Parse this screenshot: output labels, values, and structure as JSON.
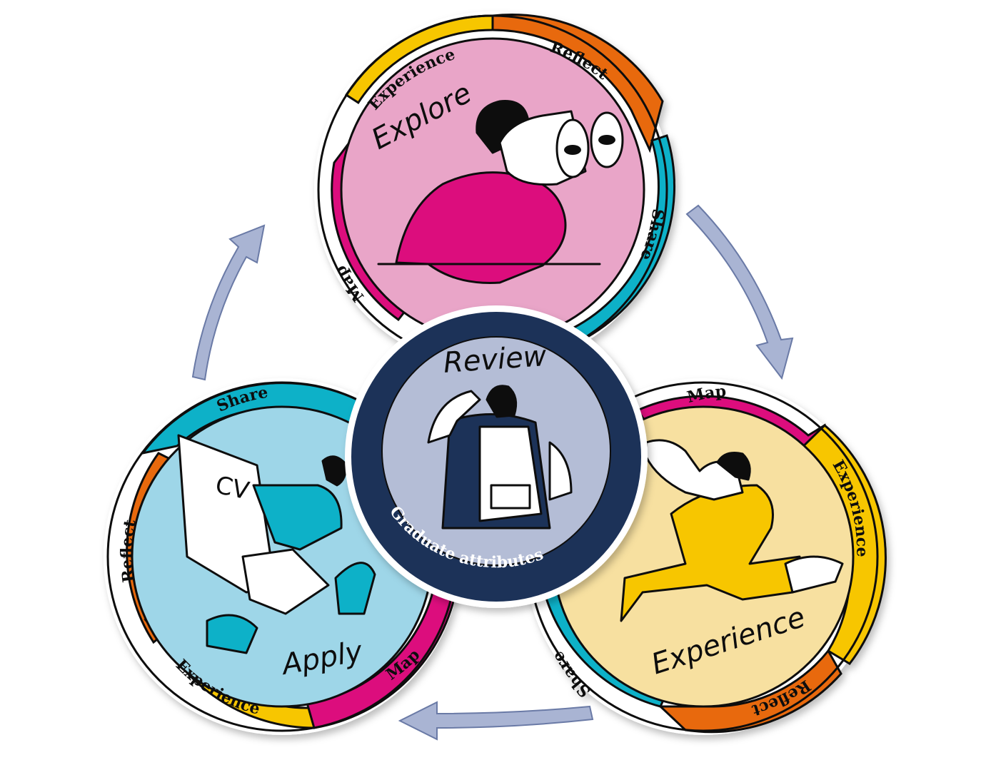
{
  "stages": {
    "explore": {
      "title": "Explore",
      "ring": {
        "experience": "Experience",
        "reflect": "Reflect",
        "share": "Share",
        "map": "Map"
      }
    },
    "experience": {
      "title": "Experience",
      "ring": {
        "map": "Map",
        "experience": "Experience",
        "reflect": "Reflect",
        "share": "Share"
      }
    },
    "apply": {
      "title": "Apply",
      "ring": {
        "share": "Share",
        "reflect": "Reflect",
        "experience": "Experience",
        "map": "Map"
      },
      "cv_text": "CV"
    }
  },
  "center": {
    "title": "Review",
    "caption": "Graduate attributes"
  },
  "colors": {
    "experience_yellow": "#f7c600",
    "reflect_orange": "#e8690b",
    "share_teal": "#0fb1c8",
    "map_magenta": "#dc0a7d",
    "explore_bg": "#e9a5c8",
    "experience_bg": "#f7e0a0",
    "apply_bg": "#9ed6e8",
    "review_bg": "#b4bdd6",
    "review_ring": "#1f3358",
    "arrow_fill": "#a9b4d3"
  },
  "icons": [
    "cycle-arrow-icon",
    "binoculars-person-illustration",
    "running-person-illustration",
    "cv-person-illustration",
    "backpack-person-illustration"
  ]
}
